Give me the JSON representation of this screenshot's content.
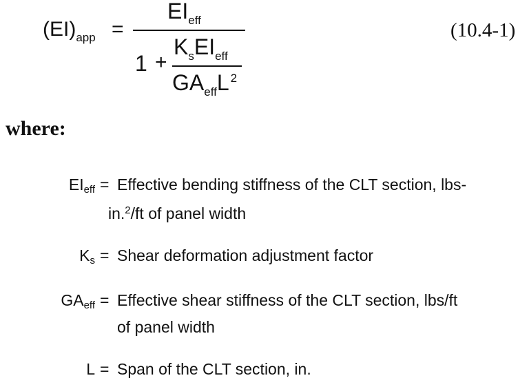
{
  "equation": {
    "lhs_main": "(EI)",
    "lhs_sub": "app",
    "equals": "=",
    "num_main": "EI",
    "num_sub": "eff",
    "den_one": "1",
    "den_plus": "+",
    "inner_num_k": "K",
    "inner_num_k_sub": "s",
    "inner_num_ei": "EI",
    "inner_num_ei_sub": "eff",
    "inner_den_ga": "GA",
    "inner_den_ga_sub": "eff",
    "inner_den_l": "L",
    "inner_den_l_sup": "2",
    "number": "(10.4-1)"
  },
  "where_label": "where:",
  "definitions": [
    {
      "symbol_main": "EI",
      "symbol_sub": "eff",
      "equals": "=",
      "text": "Effective bending stiffness of the CLT section, lbs-",
      "cont_before_sup": "in.",
      "cont_sup": "2",
      "cont_after_sup": "/ft of panel width"
    },
    {
      "symbol_main": "K",
      "symbol_sub": "s",
      "equals": "=",
      "text": "Shear deformation adjustment factor"
    },
    {
      "symbol_main": "GA",
      "symbol_sub": "eff",
      "equals": "=",
      "text": "Effective shear stiffness of the CLT section, lbs/ft",
      "cont_text": "of panel width"
    },
    {
      "symbol_main": "L",
      "symbol_sub": "",
      "equals": "=",
      "text": "Span of the CLT section, in."
    }
  ]
}
